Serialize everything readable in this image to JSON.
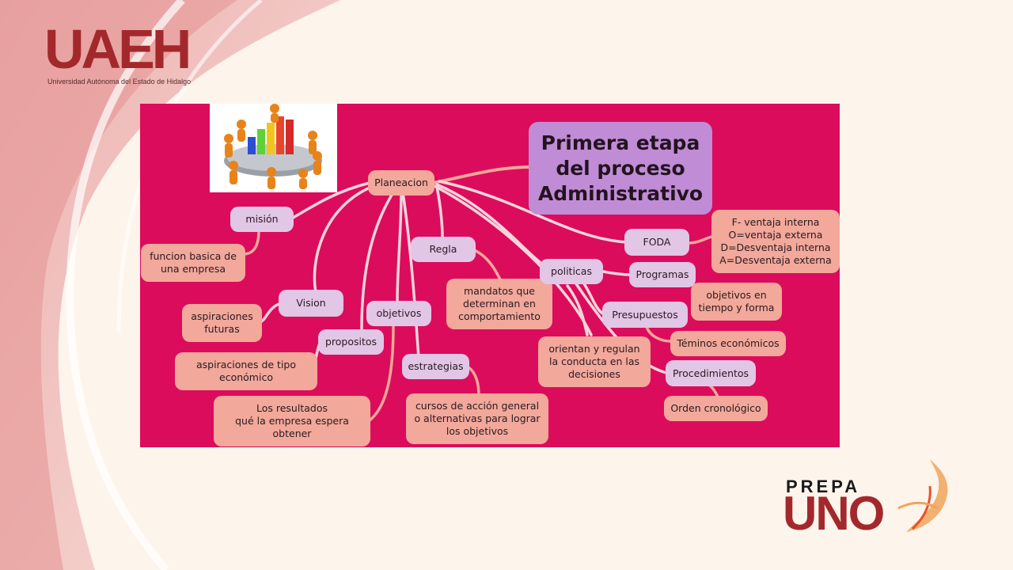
{
  "logos": {
    "uaeh_letters": "UAEH",
    "uaeh_subtitle": "Universidad Autónoma del Estado de Hidalgo",
    "prepa_word": "PREPA",
    "uno_word": "UNO"
  },
  "colors": {
    "panel": "#dc0c5c",
    "node_lavender": "#e2c6e6",
    "node_salmon": "#f2a89a",
    "title_box": "#c08cd6",
    "brand_red": "#a3282c",
    "brand_orange": "#e8532b"
  },
  "icons": [
    "teamwork-bar-chart-clipart"
  ],
  "nodes": {
    "title": "Primera etapa\ndel proceso\nAdministrativo",
    "planeacion": "Planeacion",
    "mision": "misión",
    "funcion": "funcion basica de\nuna empresa",
    "vision": "Vision",
    "aspiraciones_futuras": "aspiraciones\nfuturas",
    "propositos": "propositos",
    "aspiraciones_economico": "aspiraciones de tipo\neconómico",
    "objetivos": "objetivos",
    "resultados": "Los resultados\nqué la empresa espera\nobtener",
    "regla": "Regla",
    "mandatos": "mandatos que\ndeterminan en\ncomportamiento",
    "estrategias": "estrategias",
    "cursos": "cursos de acción general\no alternativas para lograr\nlos objetivos",
    "politicas": "politicas",
    "orientan": "orientan y regulan\nla conducta en las\ndecisiones",
    "foda": "FODA",
    "foda_detalle": "F- ventaja interna\nO=ventaja externa\nD=Desventaja interna\nA=Desventaja externa",
    "programas": "Programas",
    "objetivos_tiempo": "objetivos en\ntiempo y forma",
    "presupuestos": "Presupuestos",
    "terminos": "Téminos económicos",
    "procedimientos": "Procedimientos",
    "orden": "Orden cronológico"
  }
}
